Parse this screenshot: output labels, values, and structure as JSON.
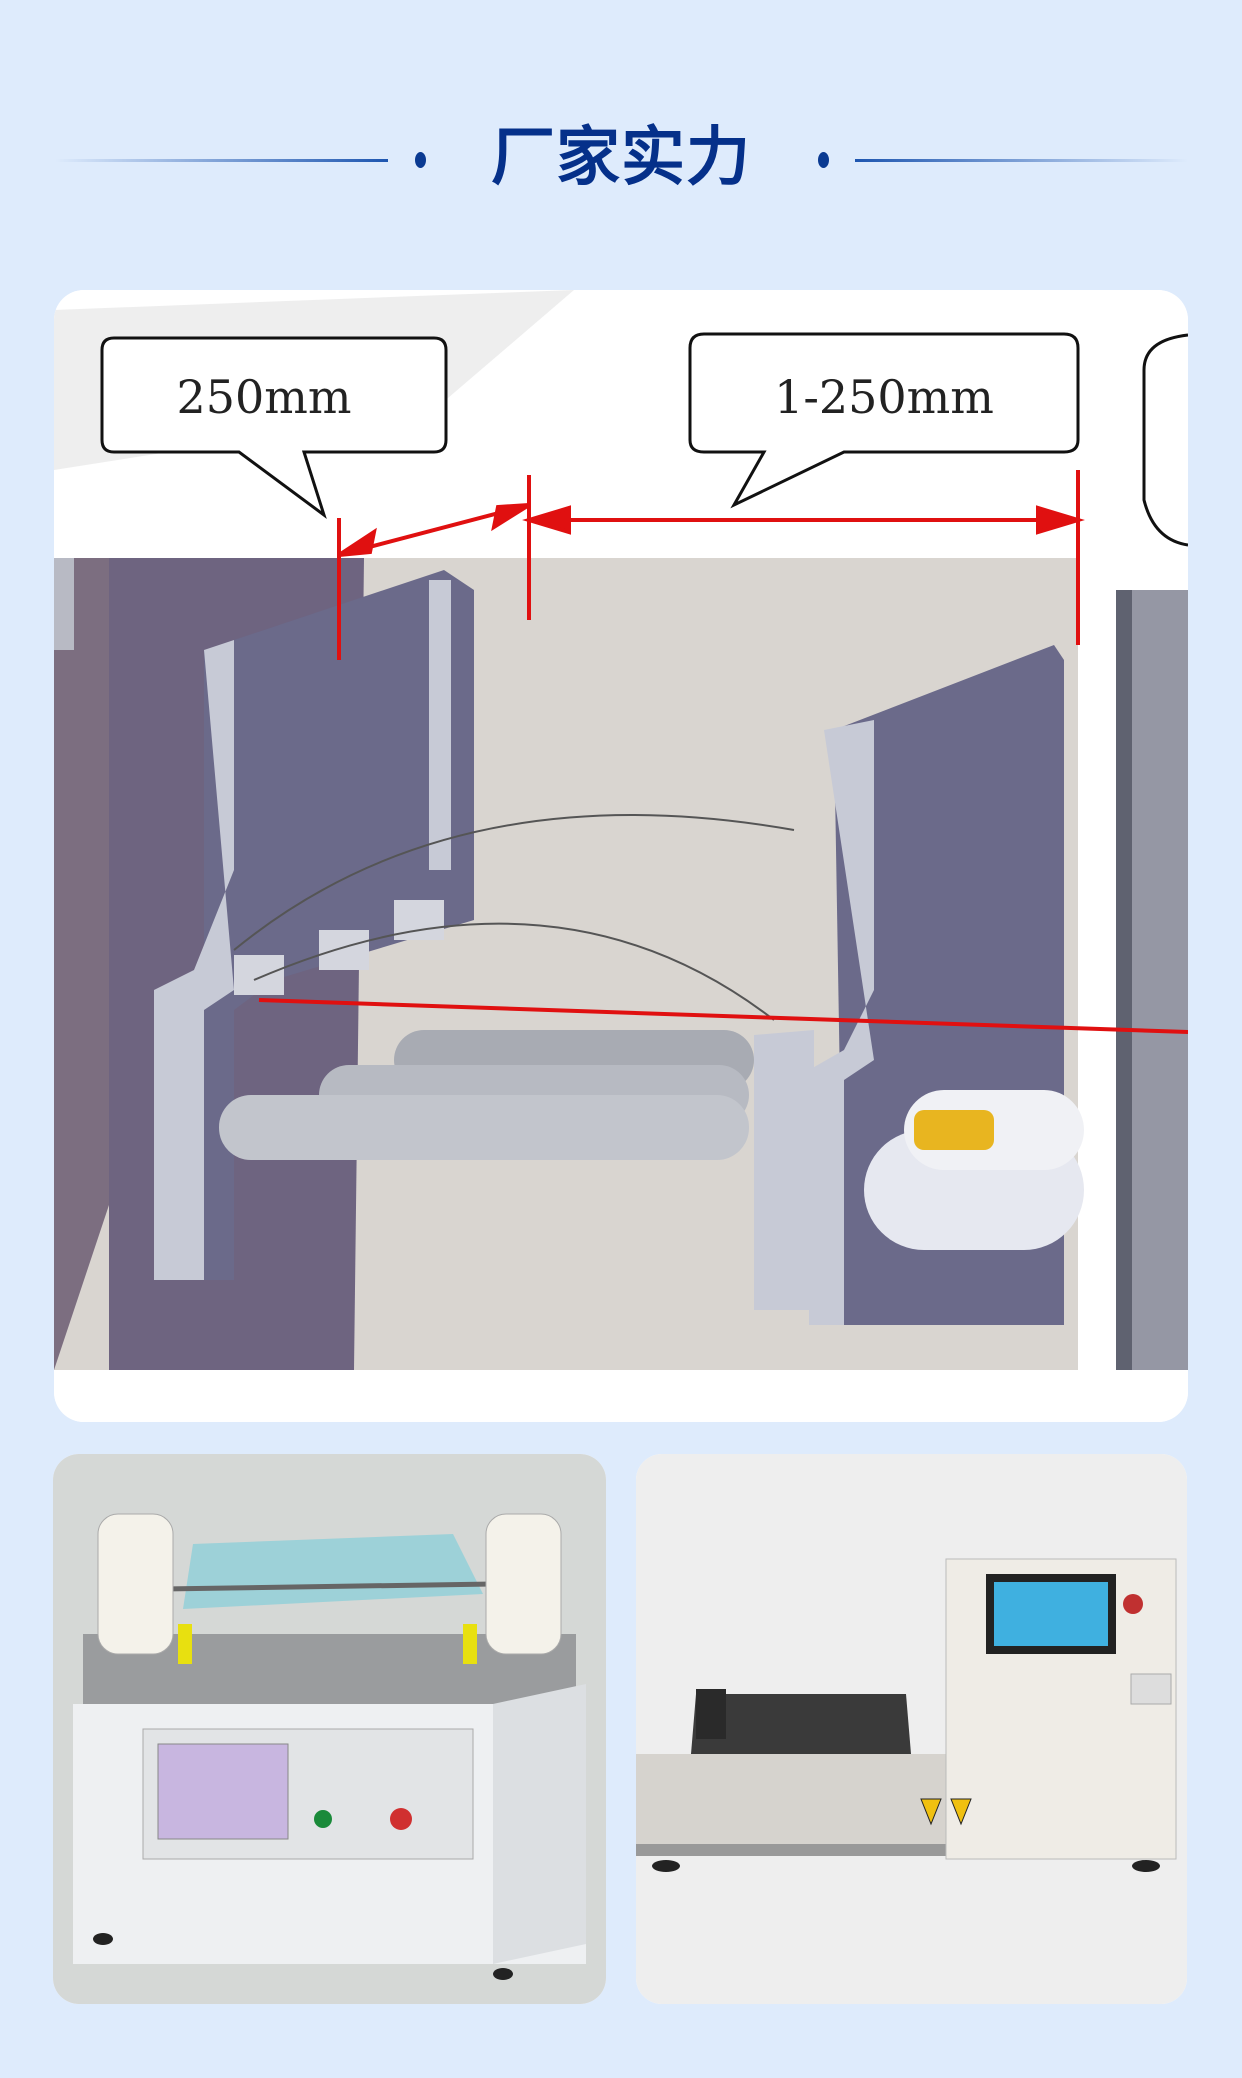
{
  "header": {
    "title": "厂家实力"
  },
  "main_image": {
    "dim_left": "250mm",
    "dim_right": "1-250mm"
  },
  "colors": {
    "background": "#deebfc",
    "title": "#05308a",
    "dimension": "#e01010"
  }
}
